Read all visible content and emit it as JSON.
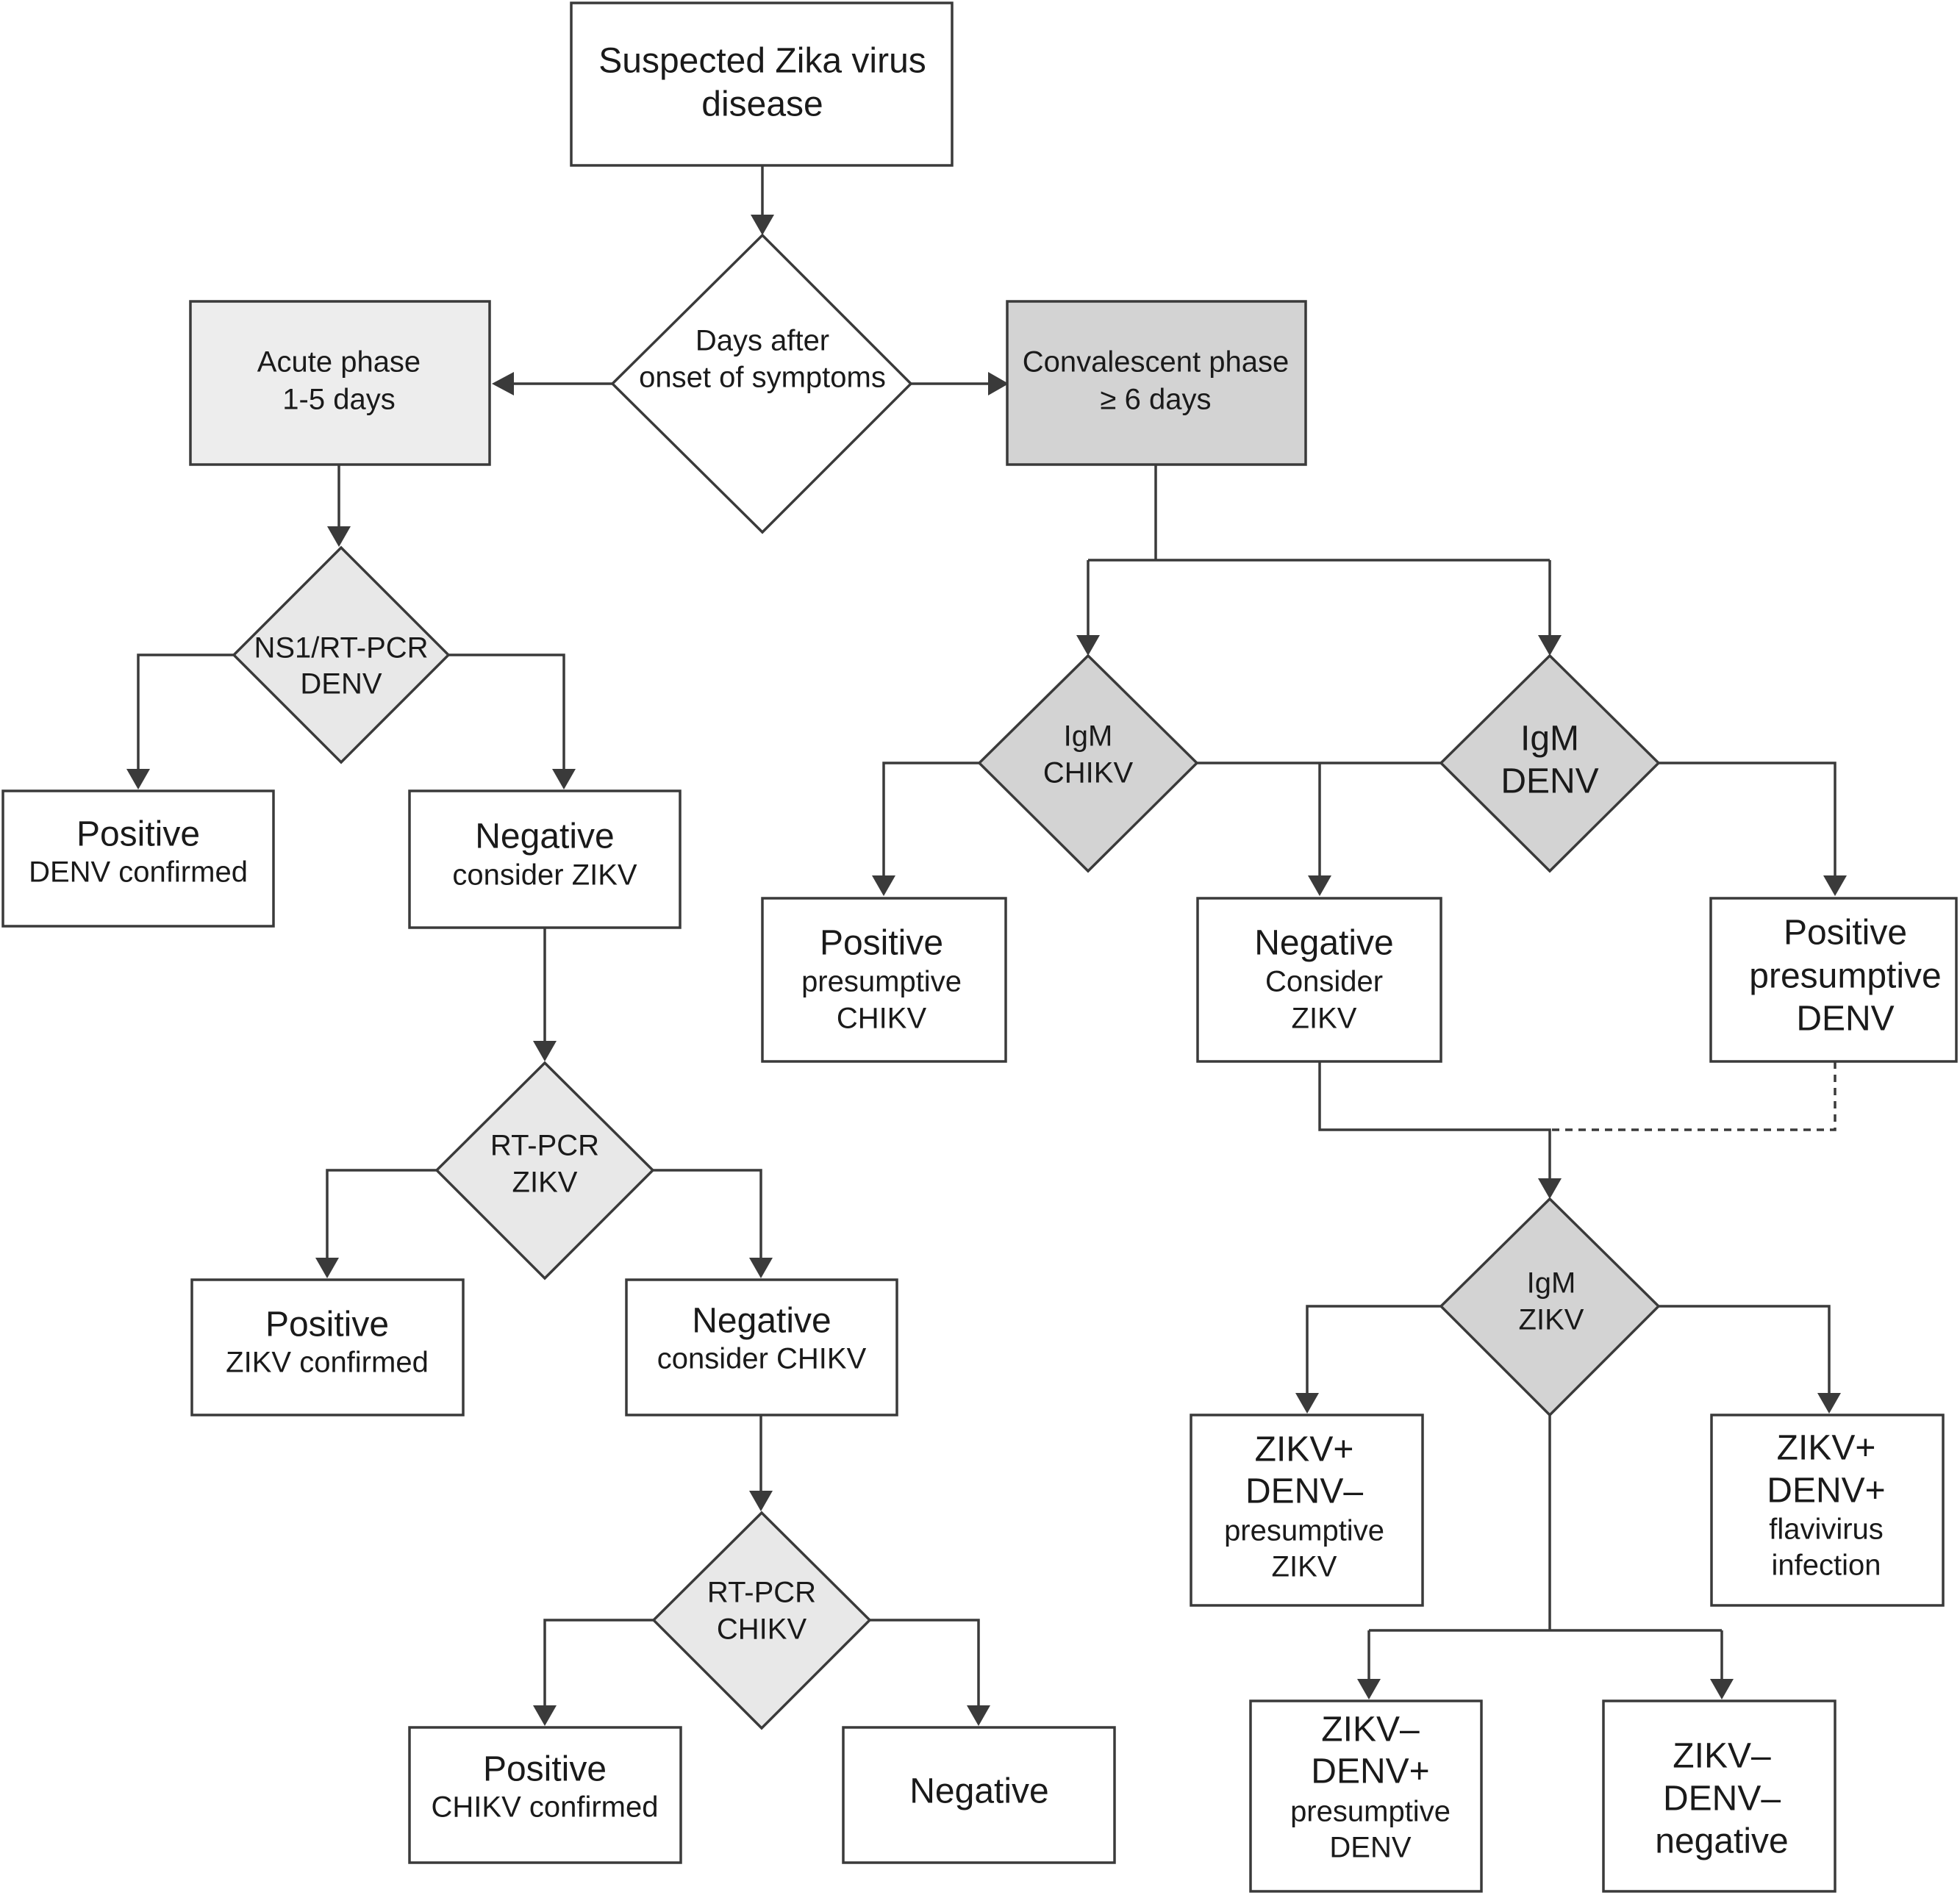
{
  "nodes": {
    "start": [
      "Suspected Zika virus",
      "disease"
    ],
    "days": [
      "Days after",
      "onset of symptoms"
    ],
    "acute": [
      "Acute phase",
      "1-5 days"
    ],
    "convalescent": [
      "Convalescent phase",
      "≥ 6 days"
    ],
    "ns1": [
      "NS1/RT-PCR",
      "DENV"
    ],
    "pos_denv": [
      "Positive",
      "DENV confirmed"
    ],
    "neg_zikv": [
      "Negative",
      "consider ZIKV"
    ],
    "rtpcr_zikv": [
      "RT-PCR",
      "ZIKV"
    ],
    "pos_zikv": [
      "Positive",
      "ZIKV confirmed"
    ],
    "neg_chikv": [
      "Negative",
      "consider CHIKV"
    ],
    "rtpcr_chikv": [
      "RT-PCR",
      "CHIKV"
    ],
    "pos_chikv": [
      "Positive",
      "CHIKV confirmed"
    ],
    "negative": [
      "Negative"
    ],
    "igm_chikv": [
      "IgM",
      "CHIKV"
    ],
    "igm_denv": [
      "IgM",
      "DENV"
    ],
    "pres_chikv": [
      "Positive",
      "presumptive",
      "CHIKV"
    ],
    "neg_consider": [
      "Negative",
      "Consider",
      "ZIKV"
    ],
    "pres_denv": [
      "Positive",
      "presumptive",
      "DENV"
    ],
    "igm_zikv": [
      "IgM",
      "ZIKV"
    ],
    "zp_dn": [
      "ZIKV+",
      "DENV–",
      "presumptive",
      "ZIKV"
    ],
    "zp_dp": [
      "ZIKV+",
      "DENV+",
      "flavivirus",
      "infection"
    ],
    "zn_dp": [
      "ZIKV–",
      "DENV+",
      "presumptive",
      "DENV"
    ],
    "zn_dn": [
      "ZIKV–",
      "DENV–",
      "negative"
    ]
  }
}
